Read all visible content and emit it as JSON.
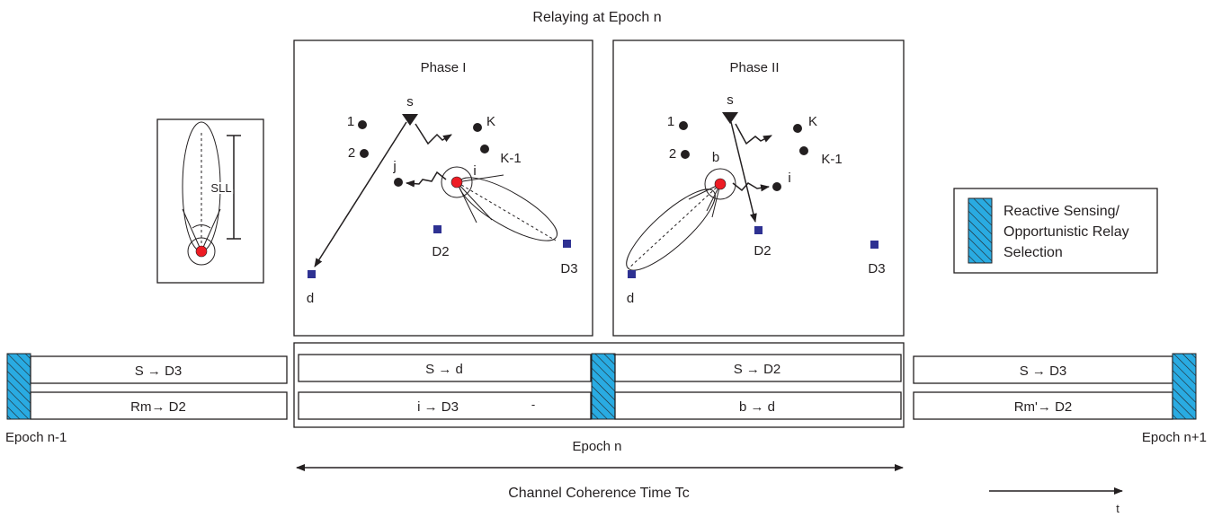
{
  "title": "Relaying at Epoch n",
  "inset": {
    "sll_label": "SLL"
  },
  "phase1": {
    "title": "Phase I",
    "labels": {
      "s": "s",
      "n1": "1",
      "n2": "2",
      "K": "K",
      "K1": "K-1",
      "j": "j",
      "i": "i",
      "d": "d",
      "D2": "D2",
      "D3": "D3"
    }
  },
  "phase2": {
    "title": "Phase II",
    "labels": {
      "s": "s",
      "n1": "1",
      "n2": "2",
      "K": "K",
      "K1": "K-1",
      "b": "b",
      "i": "i",
      "d": "d",
      "D2": "D2",
      "D3": "D3"
    }
  },
  "legend": {
    "line1": "Reactive Sensing/",
    "line2": "Opportunistic Relay",
    "line3": "Selection"
  },
  "timeline": {
    "prev": {
      "top": "S → D3",
      "bottom": "Rm→ D2",
      "label": "Epoch n-1"
    },
    "cur_phase1": {
      "top": "S → d",
      "bottom": "i → D3",
      "mark": "-"
    },
    "cur_phase2": {
      "top": "S → D2",
      "bottom": "b → d"
    },
    "cur_label": "Epoch n",
    "next": {
      "top": "S → D3",
      "bottom": "Rm'→ D2",
      "label": "Epoch n+1"
    }
  },
  "coherence_label": "Channel Coherence Time Tc",
  "time_axis_label": "t",
  "colors": {
    "relay_node": "#ed1c24",
    "destination": "#2e3192",
    "hatch": "#29abe2"
  }
}
